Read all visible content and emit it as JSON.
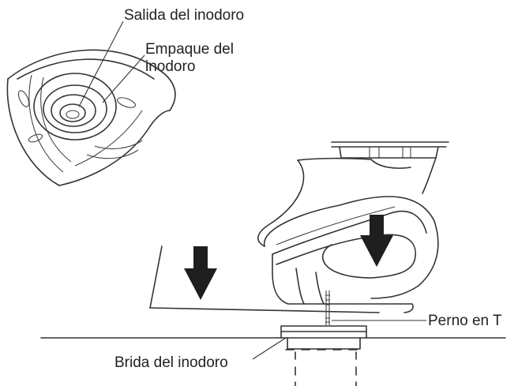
{
  "labels": {
    "toilet_outlet": "Salida del inodoro",
    "toilet_gasket_line1": "Empaque del",
    "toilet_gasket_line2": "inodoro",
    "t_bolt": "Perno en T",
    "toilet_flange": "Brida del inodoro"
  },
  "colors": {
    "line": "#333333",
    "arrow": "#1e1e1e",
    "background": "#ffffff"
  },
  "icons": [
    "down-arrow-icon"
  ]
}
